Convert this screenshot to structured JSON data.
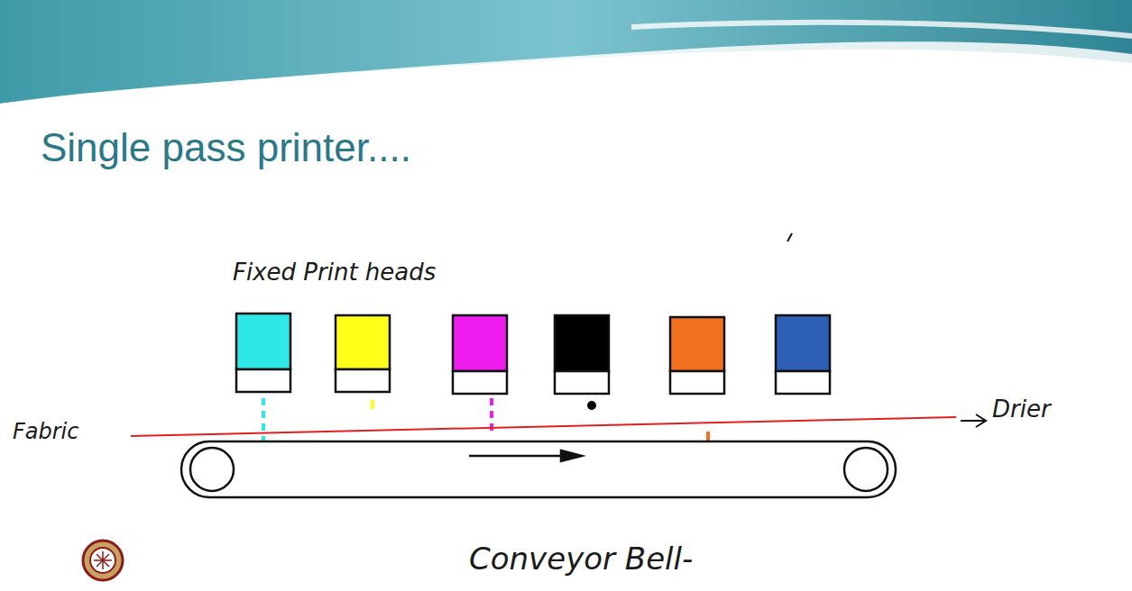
{
  "diagram": {
    "title": "Single pass printer....",
    "labels": [
      "Fixed Print heads",
      "Fabric",
      "Drier",
      "Conveyor Bell-"
    ]
  }
}
